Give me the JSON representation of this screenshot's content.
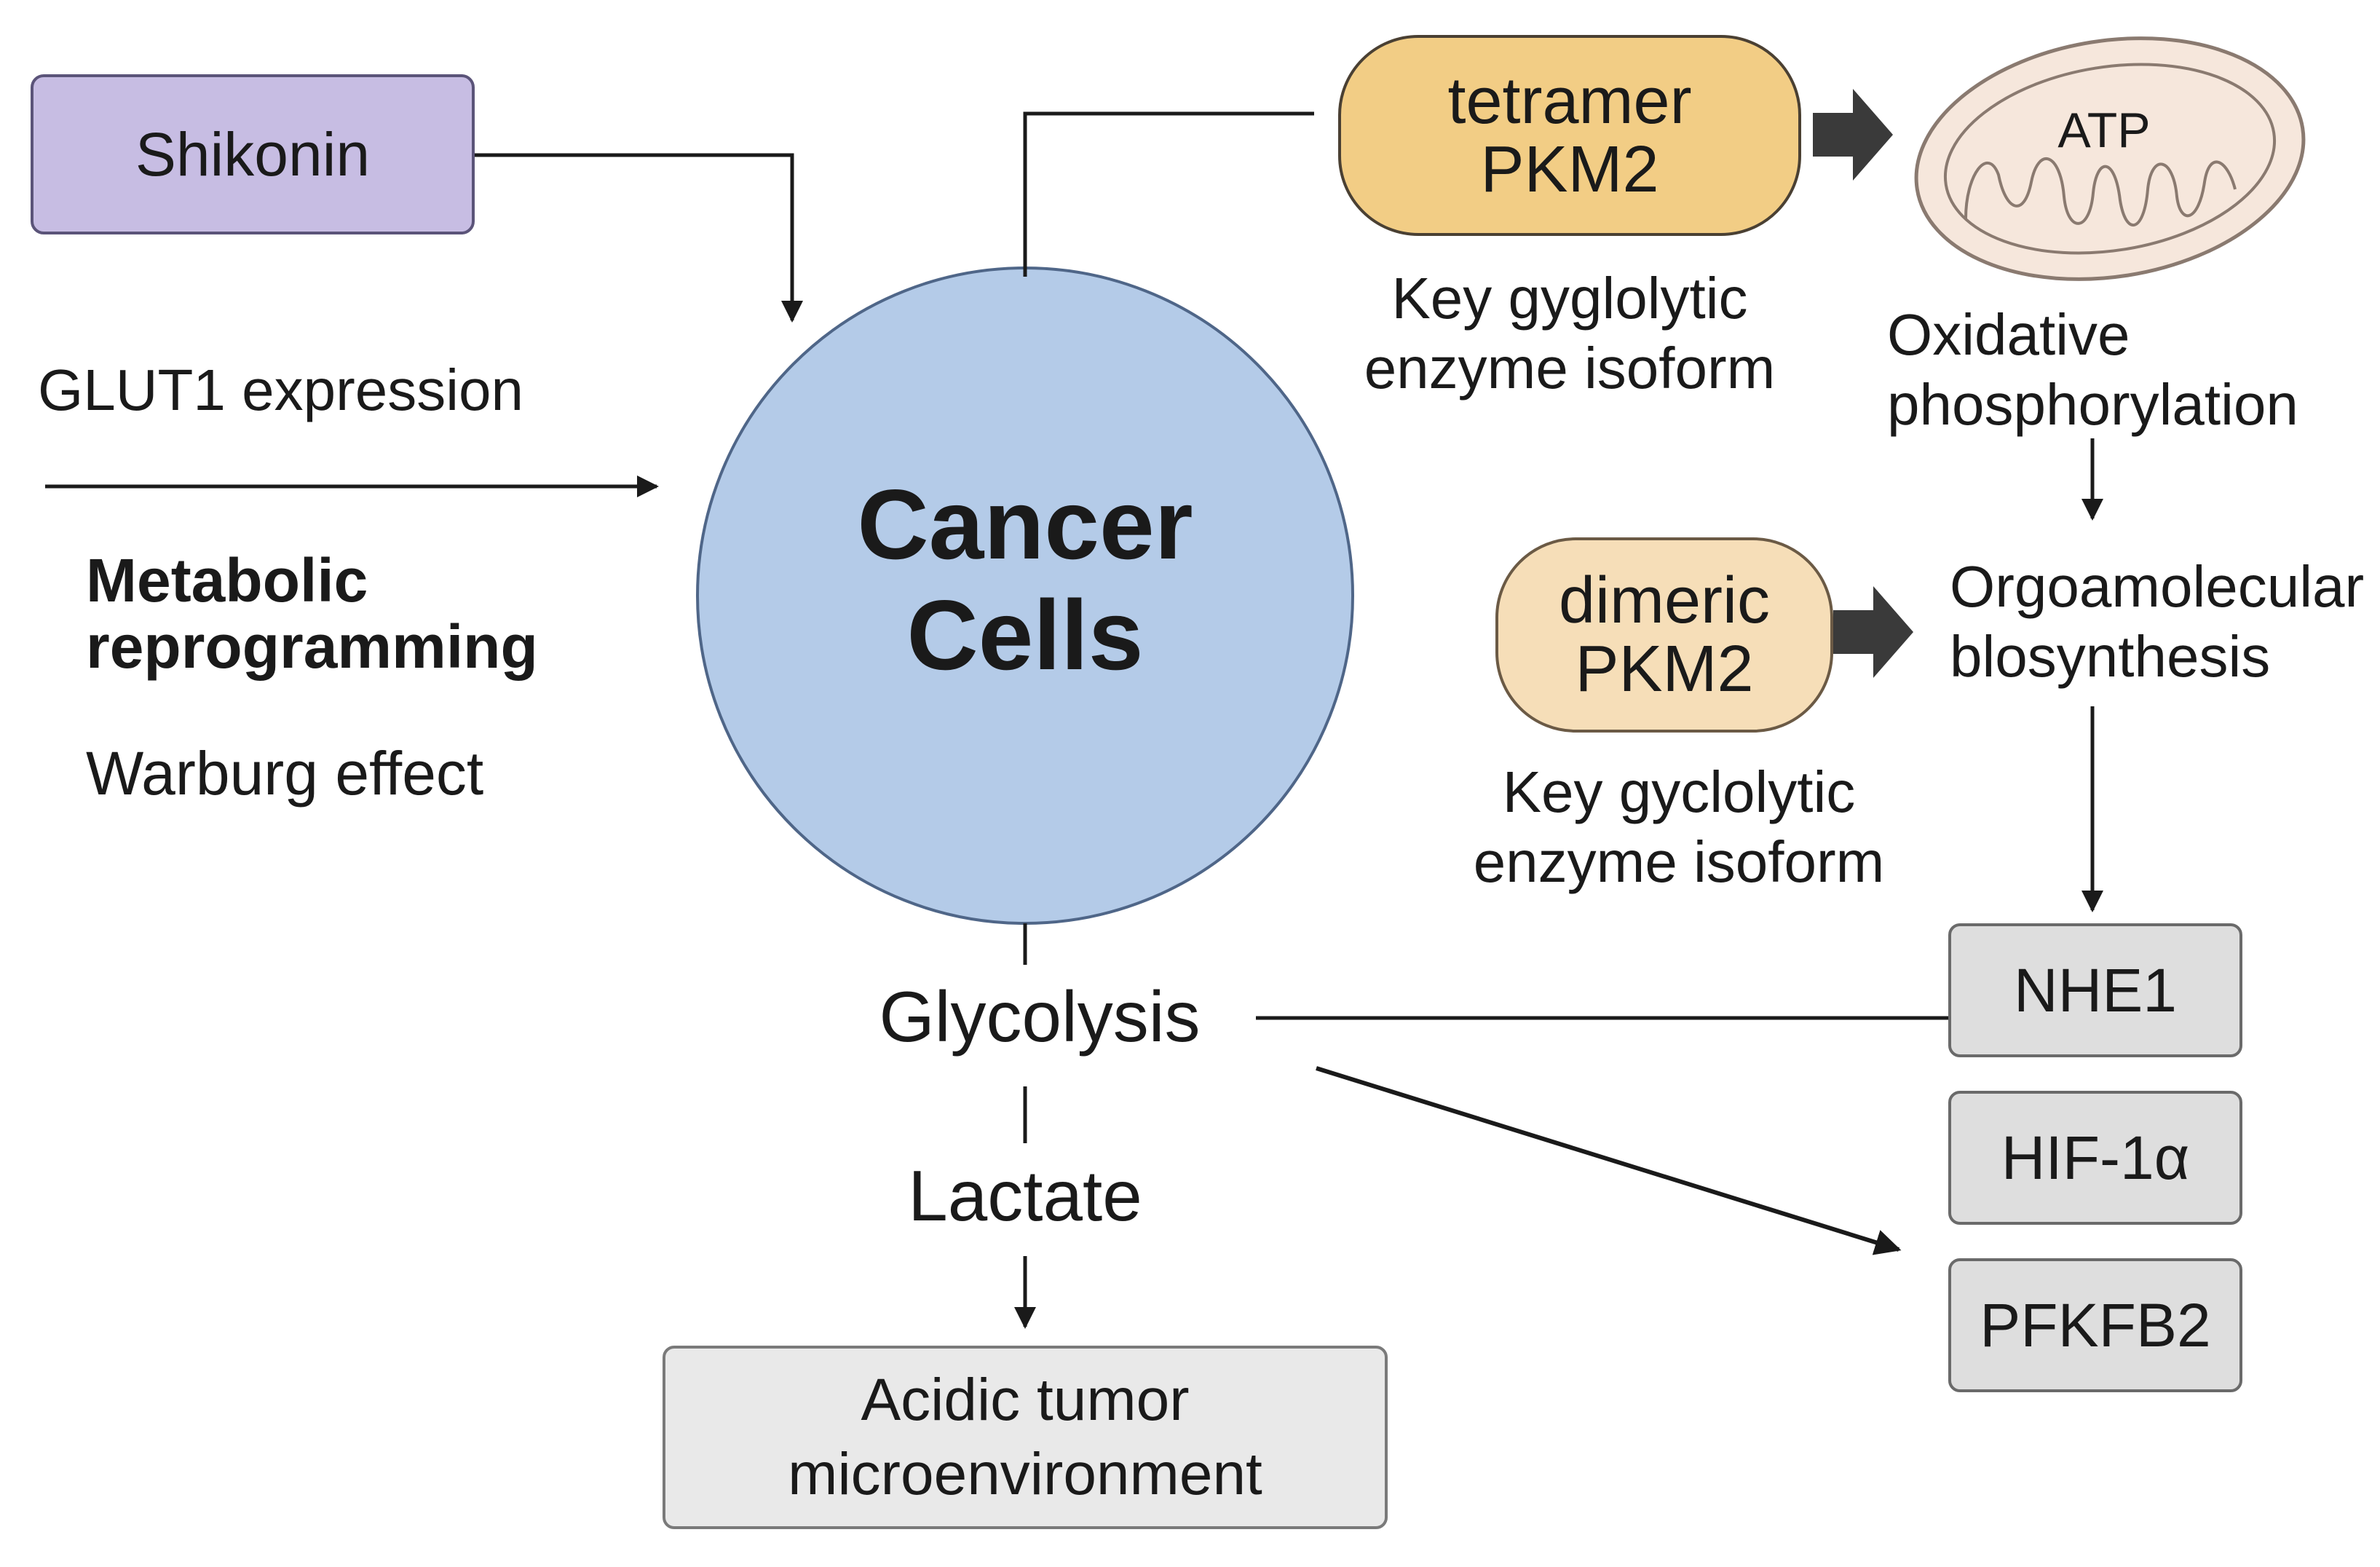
{
  "nodes": {
    "shikonin": "Shikonin",
    "cancer_cells": "Cancer\nCells",
    "tetramer_pkm2": "tetramer\nPKM2",
    "dimeric_pkm2": "dimeric\nPKM2",
    "atp": "ATP",
    "nhe1": "NHE1",
    "hif1a": "HIF-1α",
    "pfkfb2": "PFKFB2",
    "acidic": "Acidic tumor\nmicroenvironment"
  },
  "labels": {
    "glut1": "GLUT1 expression",
    "metabolic": "Metabolic\nreprogramming",
    "warburg": "Warburg effect",
    "tetramer_note": "Key gyglolytic\nenzyme isoform",
    "dimeric_note": "Key gyclolytic\nenzyme isoform",
    "oxidative": "Oxidative\nphosphorylation",
    "biosynthesis": "Orgoamolecular\nblosynthesis",
    "glycolysis": "Glycolysis",
    "lactate": "Lactate"
  },
  "colors": {
    "cell_fill": "#b4cbe8",
    "cell_stroke": "#4f6688",
    "mito_fill": "#f6e7dc",
    "mito_stroke": "#8a7a70",
    "line": "#1a1a1a",
    "block_arrow": "#3a3a3a"
  }
}
